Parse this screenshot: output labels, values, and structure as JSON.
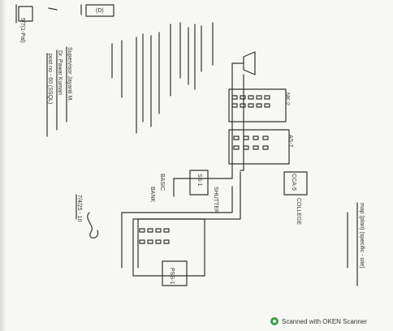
{
  "scan": {
    "watermark": "Scanned with OKEN Scanner"
  },
  "sketch_texts": {
    "header_top": "5/7(1-Pal)",
    "header_right": "(D)",
    "building_names": [
      "NK-2",
      "AS-7",
      "SS-1",
      "CCA-5",
      "PSS-1"
    ],
    "small_labels": [
      "BASIC",
      "BANK",
      "SHUTTER",
      "COLLEGE"
    ],
    "staff_lines": [
      "Supervisor Jayanti M.",
      "Dr. Pawar Kumari",
      "post no - 60 (SSQL)"
    ],
    "date": "7/4/25 - 10",
    "title_bottom_right": "map (plan) (specific - site)"
  }
}
